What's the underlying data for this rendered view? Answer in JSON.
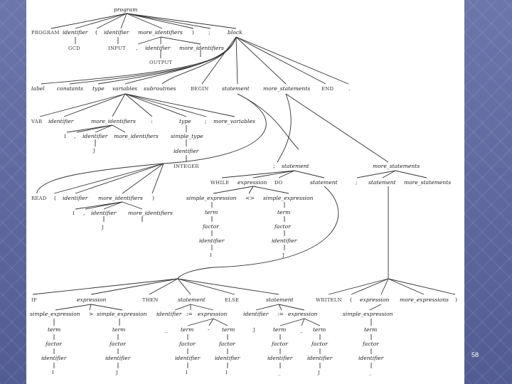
{
  "slide": {
    "page_number": "58"
  },
  "tree": {
    "root": "program",
    "row1": [
      "PROGRAM",
      "identifier",
      "(",
      "identifier",
      "more_identifiers",
      ")",
      ";",
      "block"
    ],
    "row2": [
      "GCD",
      "INPUT",
      ",",
      "identifier",
      "more_identifiers"
    ],
    "row3": [
      "OUTPUT"
    ],
    "block_children": [
      "label",
      "constants",
      "type",
      "variables",
      "subroutines",
      "BEGIN",
      "statement",
      "more_statements",
      "END",
      "."
    ],
    "variables_children": [
      "VAR",
      "identifier",
      "more_identifiers",
      ":",
      "type",
      ";",
      "more_variables"
    ],
    "var_ids": [
      "I",
      ",",
      "identifier",
      "more_identifiers"
    ],
    "var_j": "J",
    "var_type": [
      "simple_type",
      "identifier",
      "INTEGER"
    ],
    "more_statements_top": [
      ";",
      "statement",
      "more_statements"
    ],
    "while_row": [
      "WHILE",
      "expression",
      "DO",
      "statement",
      ";",
      "statement",
      "more_statements"
    ],
    "read_row": [
      "READ",
      "(",
      "identifier",
      "more_identifiers",
      ")"
    ],
    "read_ids": [
      "I",
      ",",
      "identifier",
      "more_identifiers"
    ],
    "read_j": "J",
    "cond_row": [
      "simple_expression",
      "<>",
      "simple_expression"
    ],
    "cond_chain": [
      "term",
      "factor",
      "identifier",
      "term",
      "factor",
      "identifier"
    ],
    "cond_vals": [
      "I",
      "J"
    ],
    "if_row": [
      "IF",
      "expression",
      "THEN",
      "statement",
      "ELSE",
      "statement",
      "WRITELN",
      "(",
      "expression",
      "more_expressions",
      ")"
    ],
    "if_cond": [
      "simple_expression",
      ">",
      "simple_expression"
    ],
    "then_assign": [
      "identifier",
      ":=",
      "expression"
    ],
    "then_expr": [
      "simple_expression"
    ],
    "else_assign": [
      "identifier",
      ":=",
      "expression"
    ],
    "write_expr": [
      "simple_expression"
    ],
    "leaf_terms": [
      "term",
      "term",
      "_",
      "term",
      "-",
      "term",
      "J",
      "term",
      "_",
      "term",
      "term"
    ],
    "leaf_factors": [
      "factor",
      "factor",
      "factor",
      "factor",
      "factor",
      "factor",
      "factor"
    ],
    "leaf_identifiers": [
      "identifier",
      "identifier",
      "identifier",
      "identifier",
      "identifier",
      "identifier",
      "identifier"
    ],
    "leaf_values": [
      "I",
      "J",
      "I",
      "I",
      "_",
      "J",
      "_"
    ]
  }
}
